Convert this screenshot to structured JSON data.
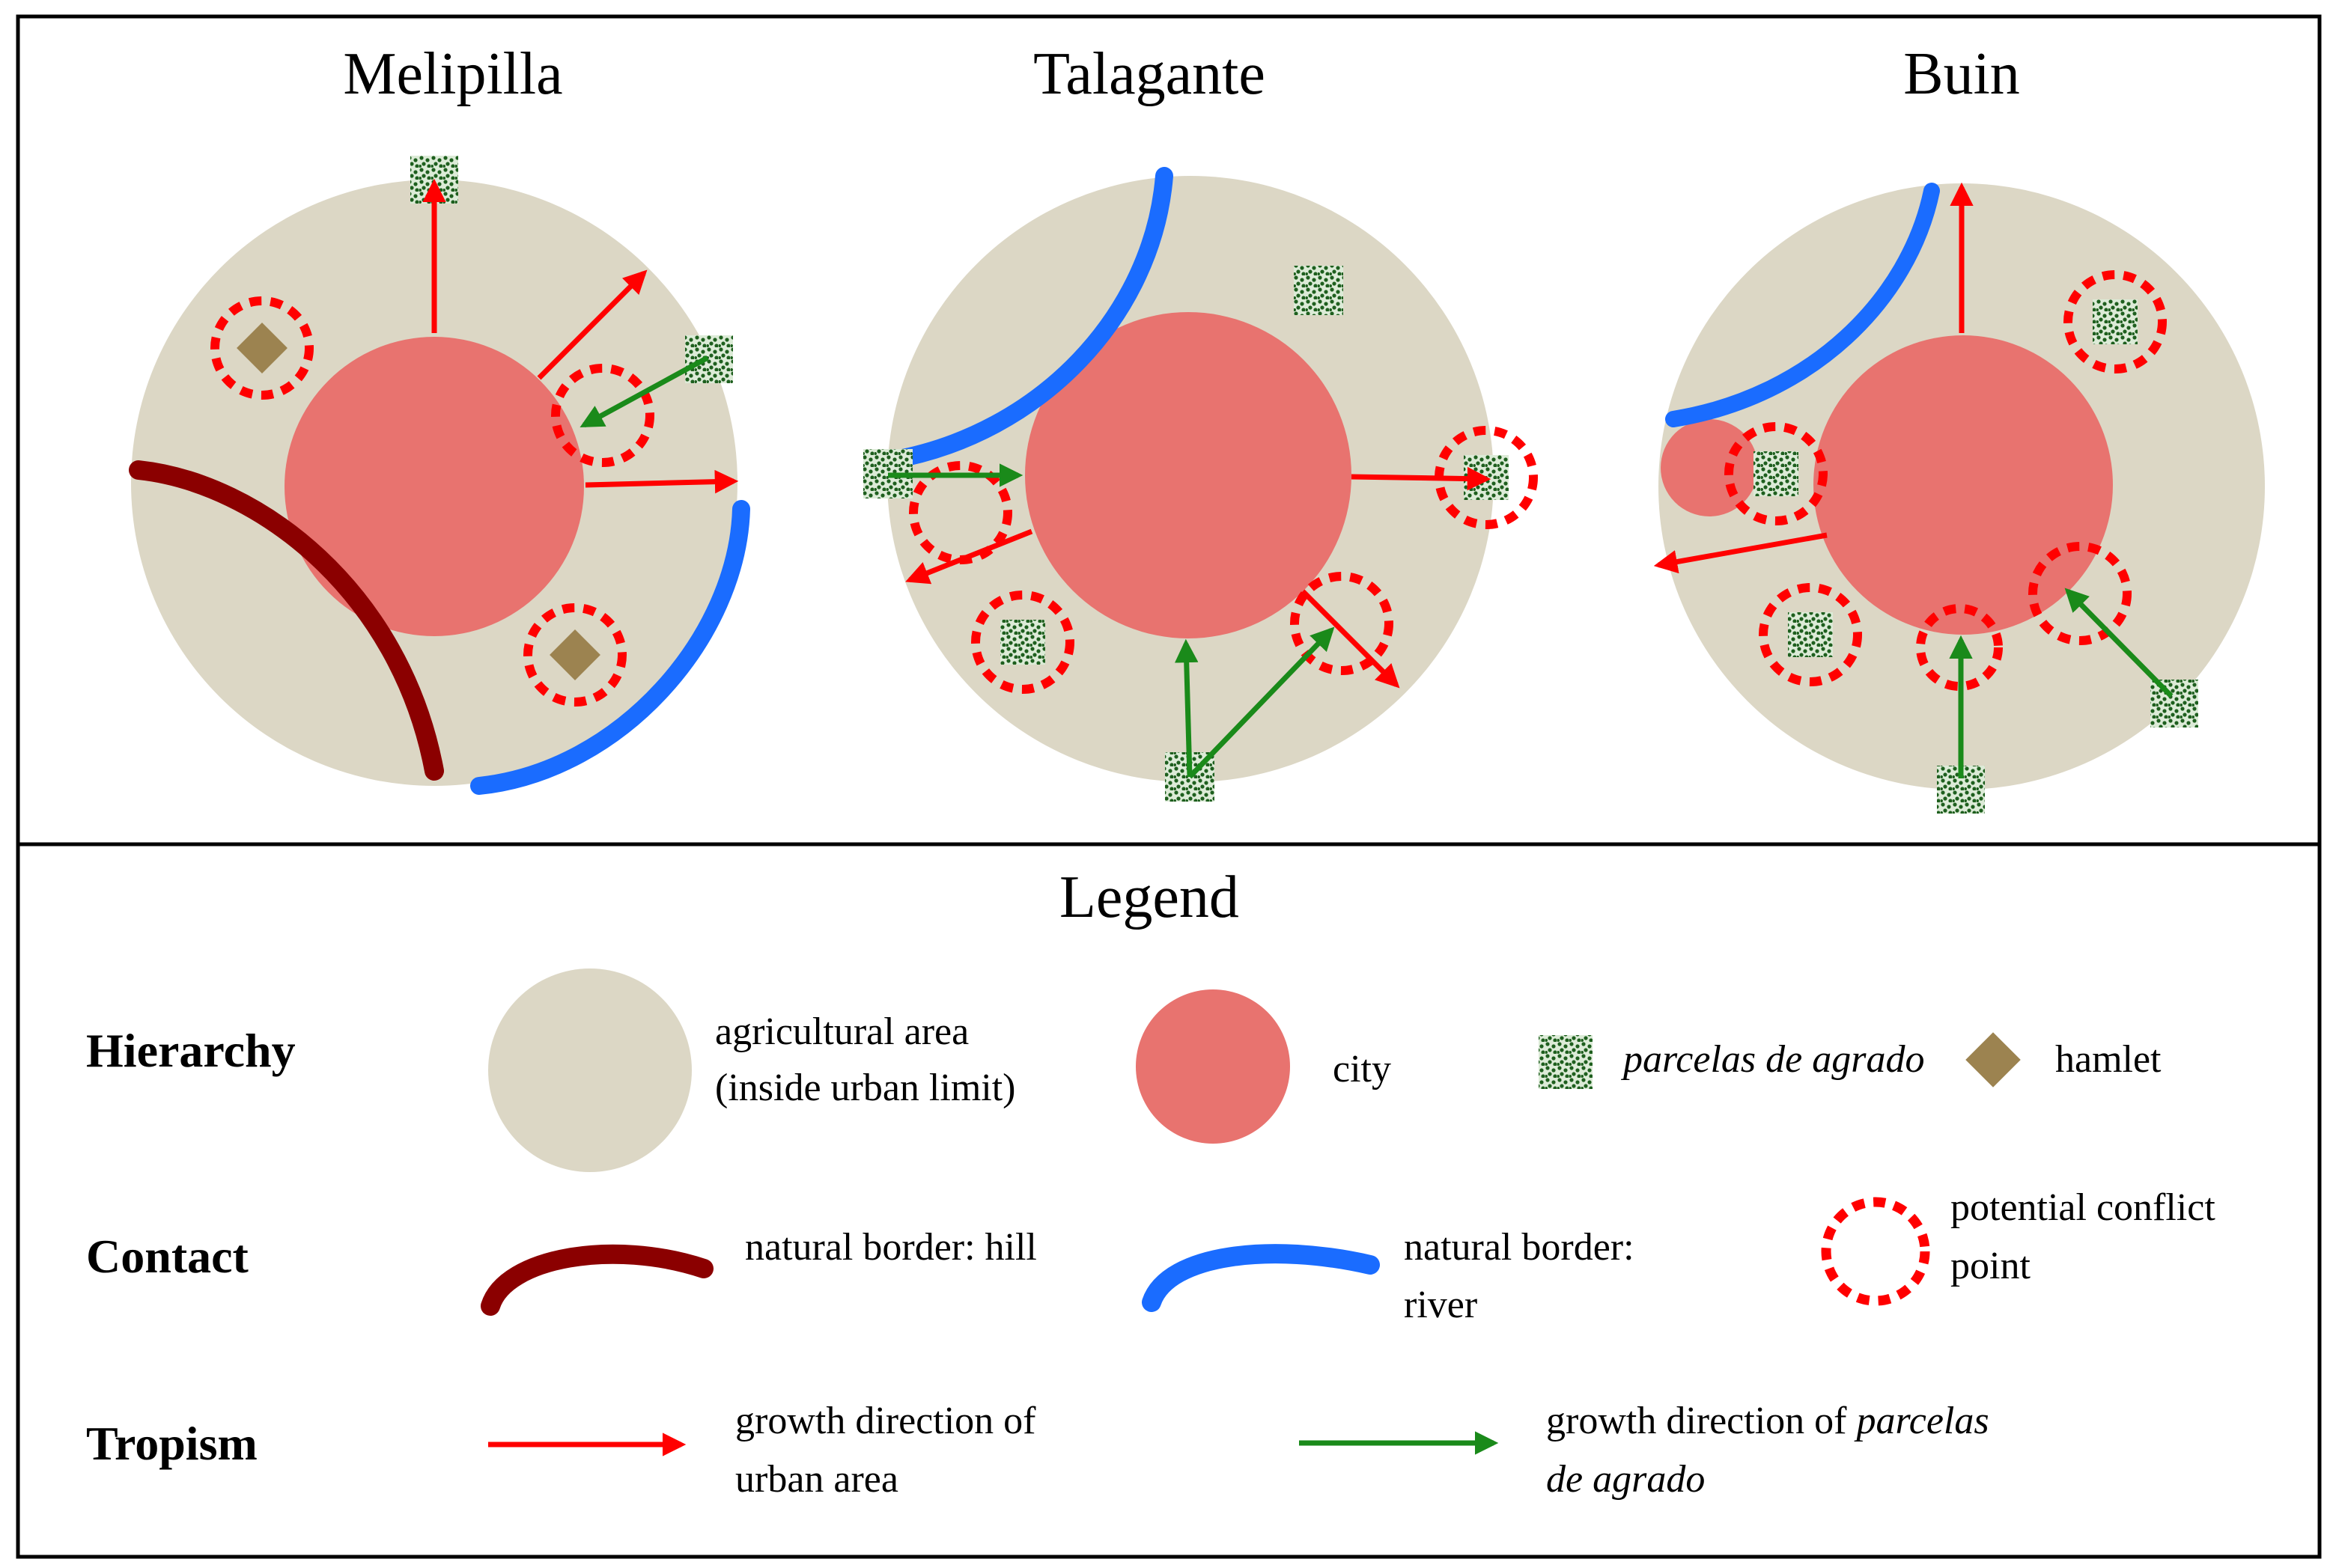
{
  "panels": [
    {
      "title": "Melipilla"
    },
    {
      "title": "Talagante"
    },
    {
      "title": "Buin"
    }
  ],
  "legend": {
    "title": "Legend",
    "categories": {
      "hierarchy": "Hierarchy",
      "contact": "Contact",
      "tropism": "Tropism"
    },
    "items": {
      "agricultural_area_line1": "agricultural area",
      "agricultural_area_line2": "(inside urban limit)",
      "city": "city",
      "parcelas": "parcelas de agrado",
      "hamlet": "hamlet",
      "hill_label": "natural border: hill",
      "river_line1": "natural border:",
      "river_line2": "river",
      "conflict_line1": "potential conflict",
      "conflict_line2": "point",
      "urban_growth_line1": "growth direction of",
      "urban_growth_line2": "urban area",
      "parcelas_growth_line1_plain": "growth direction of",
      "parcelas_growth_line1_italic": "parcelas",
      "parcelas_growth_line2": "de agrado"
    }
  },
  "colors": {
    "agricultural_area": "#dcd7c5",
    "city": "#e8736f",
    "parcelas_fill": "#dcebd7",
    "parcelas_dots": "#1e5f1e",
    "hamlet": "#9c8350",
    "hill": "#8b0000",
    "river": "#1a6cff",
    "conflict": "#ff0000",
    "urban_arrow": "#ff0000",
    "parcelas_arrow": "#1a8a1a",
    "border": "#000000"
  }
}
